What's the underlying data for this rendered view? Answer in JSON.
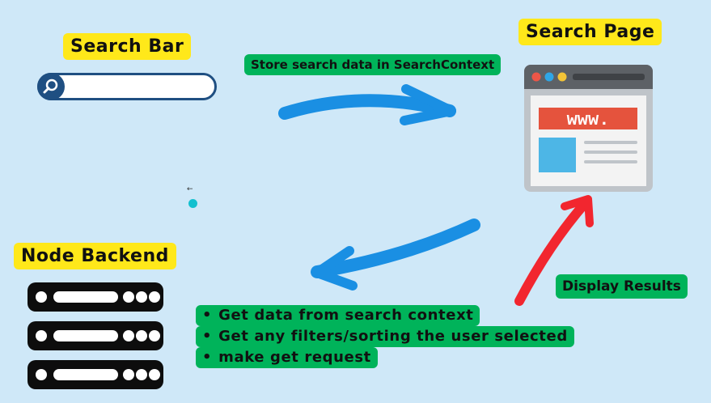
{
  "labels": {
    "search_bar": "Search Bar",
    "search_page": "Search Page",
    "node_backend": "Node Backend",
    "store_search": "Store search data in SearchContext",
    "display_results": "Display Results",
    "browser_banner": "www."
  },
  "steps": [
    "Get data from search context",
    "Get any filters/sorting the user selected",
    "make get request"
  ],
  "bullet_char": "•",
  "cursor_glyph": "←",
  "colors": {
    "background": "#cfe8f8",
    "label_yellow": "#ffe81a",
    "label_green": "#00b35a",
    "arrow_blue": "#1a8fe3",
    "arrow_red": "#f2262f",
    "server_black": "#0d0d0d",
    "browser_banner_red": "#e5533d",
    "browser_tile_blue": "#4db6e6"
  },
  "icons": [
    "search-icon",
    "browser-icon",
    "server-icon",
    "cursor-icon"
  ]
}
